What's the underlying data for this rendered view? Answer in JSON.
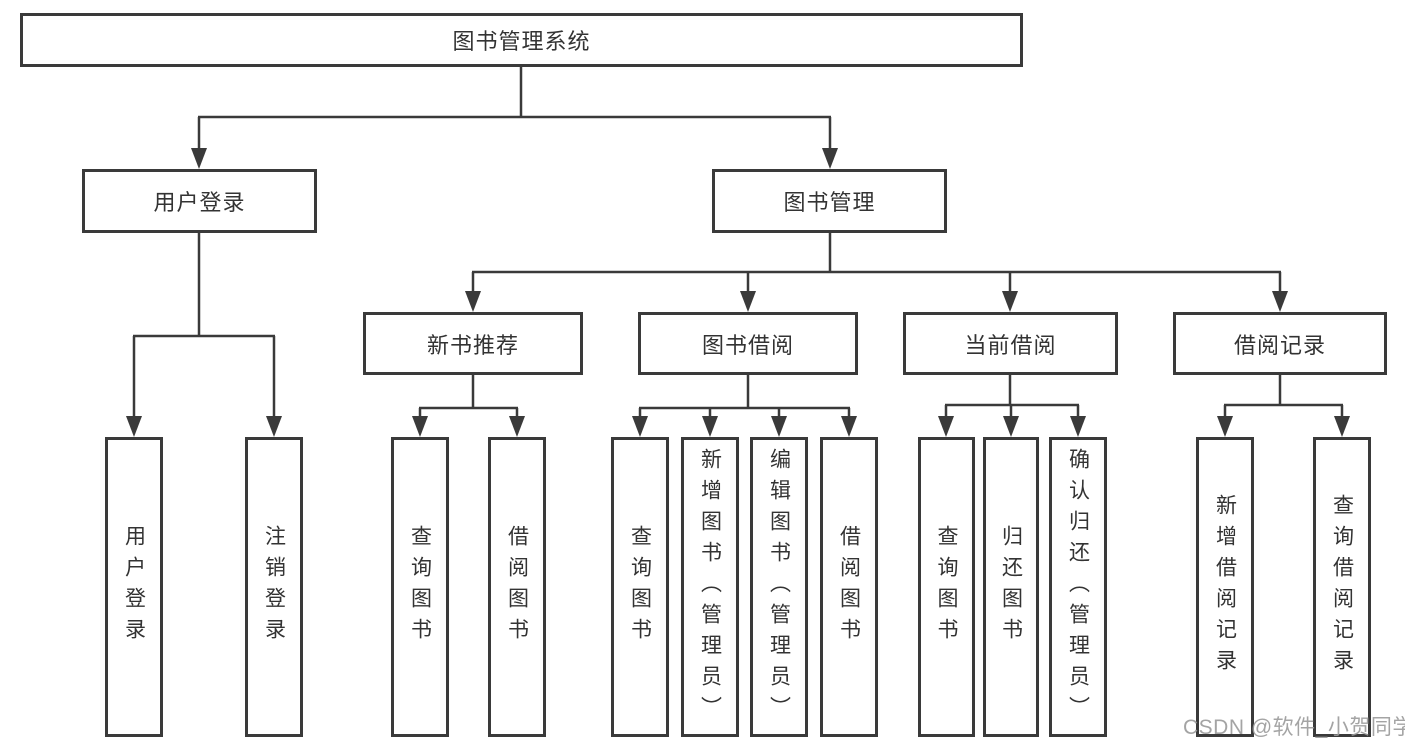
{
  "tree": {
    "label": "图书管理系统",
    "children": [
      {
        "label": "用户登录",
        "children": [
          {
            "label": "用户登录"
          },
          {
            "label": "注销登录"
          }
        ]
      },
      {
        "label": "图书管理",
        "children": [
          {
            "label": "新书推荐",
            "children": [
              {
                "label": "查询图书"
              },
              {
                "label": "借阅图书"
              }
            ]
          },
          {
            "label": "图书借阅",
            "children": [
              {
                "label": "查询图书"
              },
              {
                "label": "新增图书（管理员）"
              },
              {
                "label": "编辑图书（管理员）"
              },
              {
                "label": "借阅图书"
              }
            ]
          },
          {
            "label": "当前借阅",
            "children": [
              {
                "label": "查询图书"
              },
              {
                "label": "归还图书"
              },
              {
                "label": "确认归还（管理员）"
              }
            ]
          },
          {
            "label": "借阅记录",
            "children": [
              {
                "label": "新增借阅记录"
              },
              {
                "label": "查询借阅记录"
              }
            ]
          }
        ]
      }
    ]
  },
  "watermark": "CSDN @软件_小贺同学",
  "colors": {
    "line": "#3a3a3a",
    "text": "#333333",
    "background": "#ffffff",
    "watermark": "#9b9b9b"
  }
}
